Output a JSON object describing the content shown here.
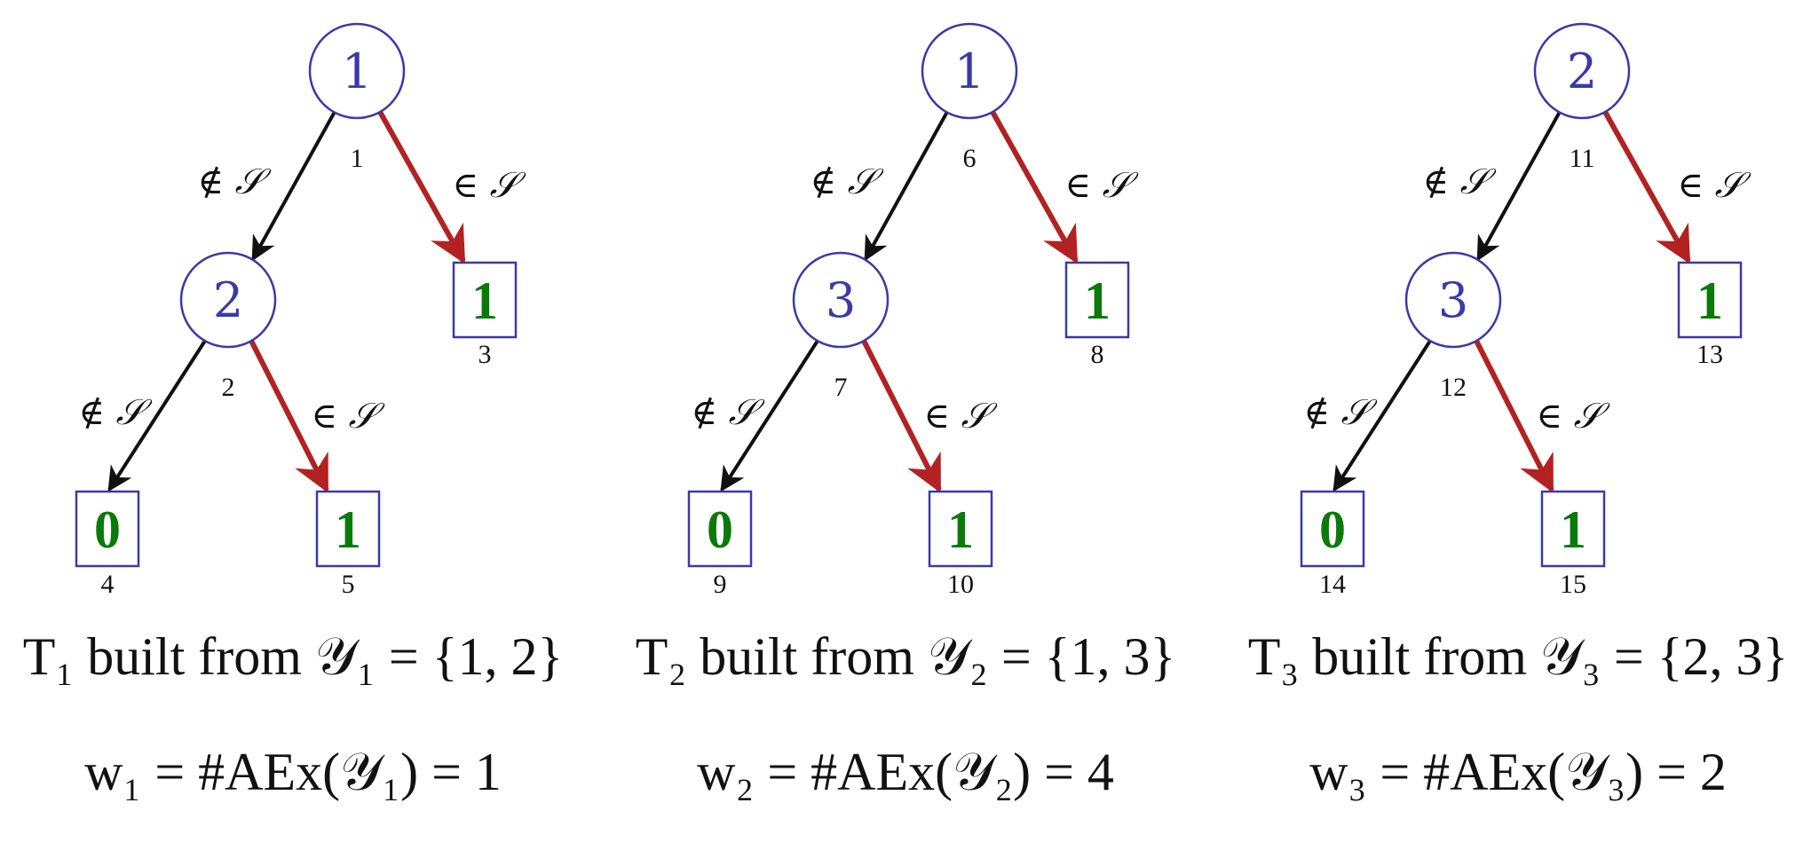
{
  "colors": {
    "node_stroke": "#3a3aa8",
    "node_text": "#3a3aa8",
    "leaf_text": "#0a7a0a",
    "black_edge": "#111111",
    "red_edge": "#b22222"
  },
  "edge_labels": {
    "not_in": "∉ 𝒮",
    "in": "∈ 𝒮"
  },
  "trees": [
    {
      "caption": "T₁ built from 𝒴₁ = {1, 2}",
      "weight": "w₁ = #AEx(𝒴₁) = 1",
      "root": {
        "label": "1",
        "index": "1"
      },
      "inner": {
        "label": "2",
        "index": "2"
      },
      "leaf_right": {
        "label": "1",
        "index": "3"
      },
      "leaf_ll": {
        "label": "0",
        "index": "4"
      },
      "leaf_lr": {
        "label": "1",
        "index": "5"
      }
    },
    {
      "caption": "T₂ built from 𝒴₂ = {1, 3}",
      "weight": "w₂ = #AEx(𝒴₂) = 4",
      "root": {
        "label": "1",
        "index": "6"
      },
      "inner": {
        "label": "3",
        "index": "7"
      },
      "leaf_right": {
        "label": "1",
        "index": "8"
      },
      "leaf_ll": {
        "label": "0",
        "index": "9"
      },
      "leaf_lr": {
        "label": "1",
        "index": "10"
      }
    },
    {
      "caption": "T₃ built from 𝒴₃ = {2, 3}",
      "weight": "w₃ = #AEx(𝒴₃) = 2",
      "root": {
        "label": "2",
        "index": "11"
      },
      "inner": {
        "label": "3",
        "index": "12"
      },
      "leaf_right": {
        "label": "1",
        "index": "13"
      },
      "leaf_ll": {
        "label": "0",
        "index": "14"
      },
      "leaf_lr": {
        "label": "1",
        "index": "15"
      }
    }
  ]
}
